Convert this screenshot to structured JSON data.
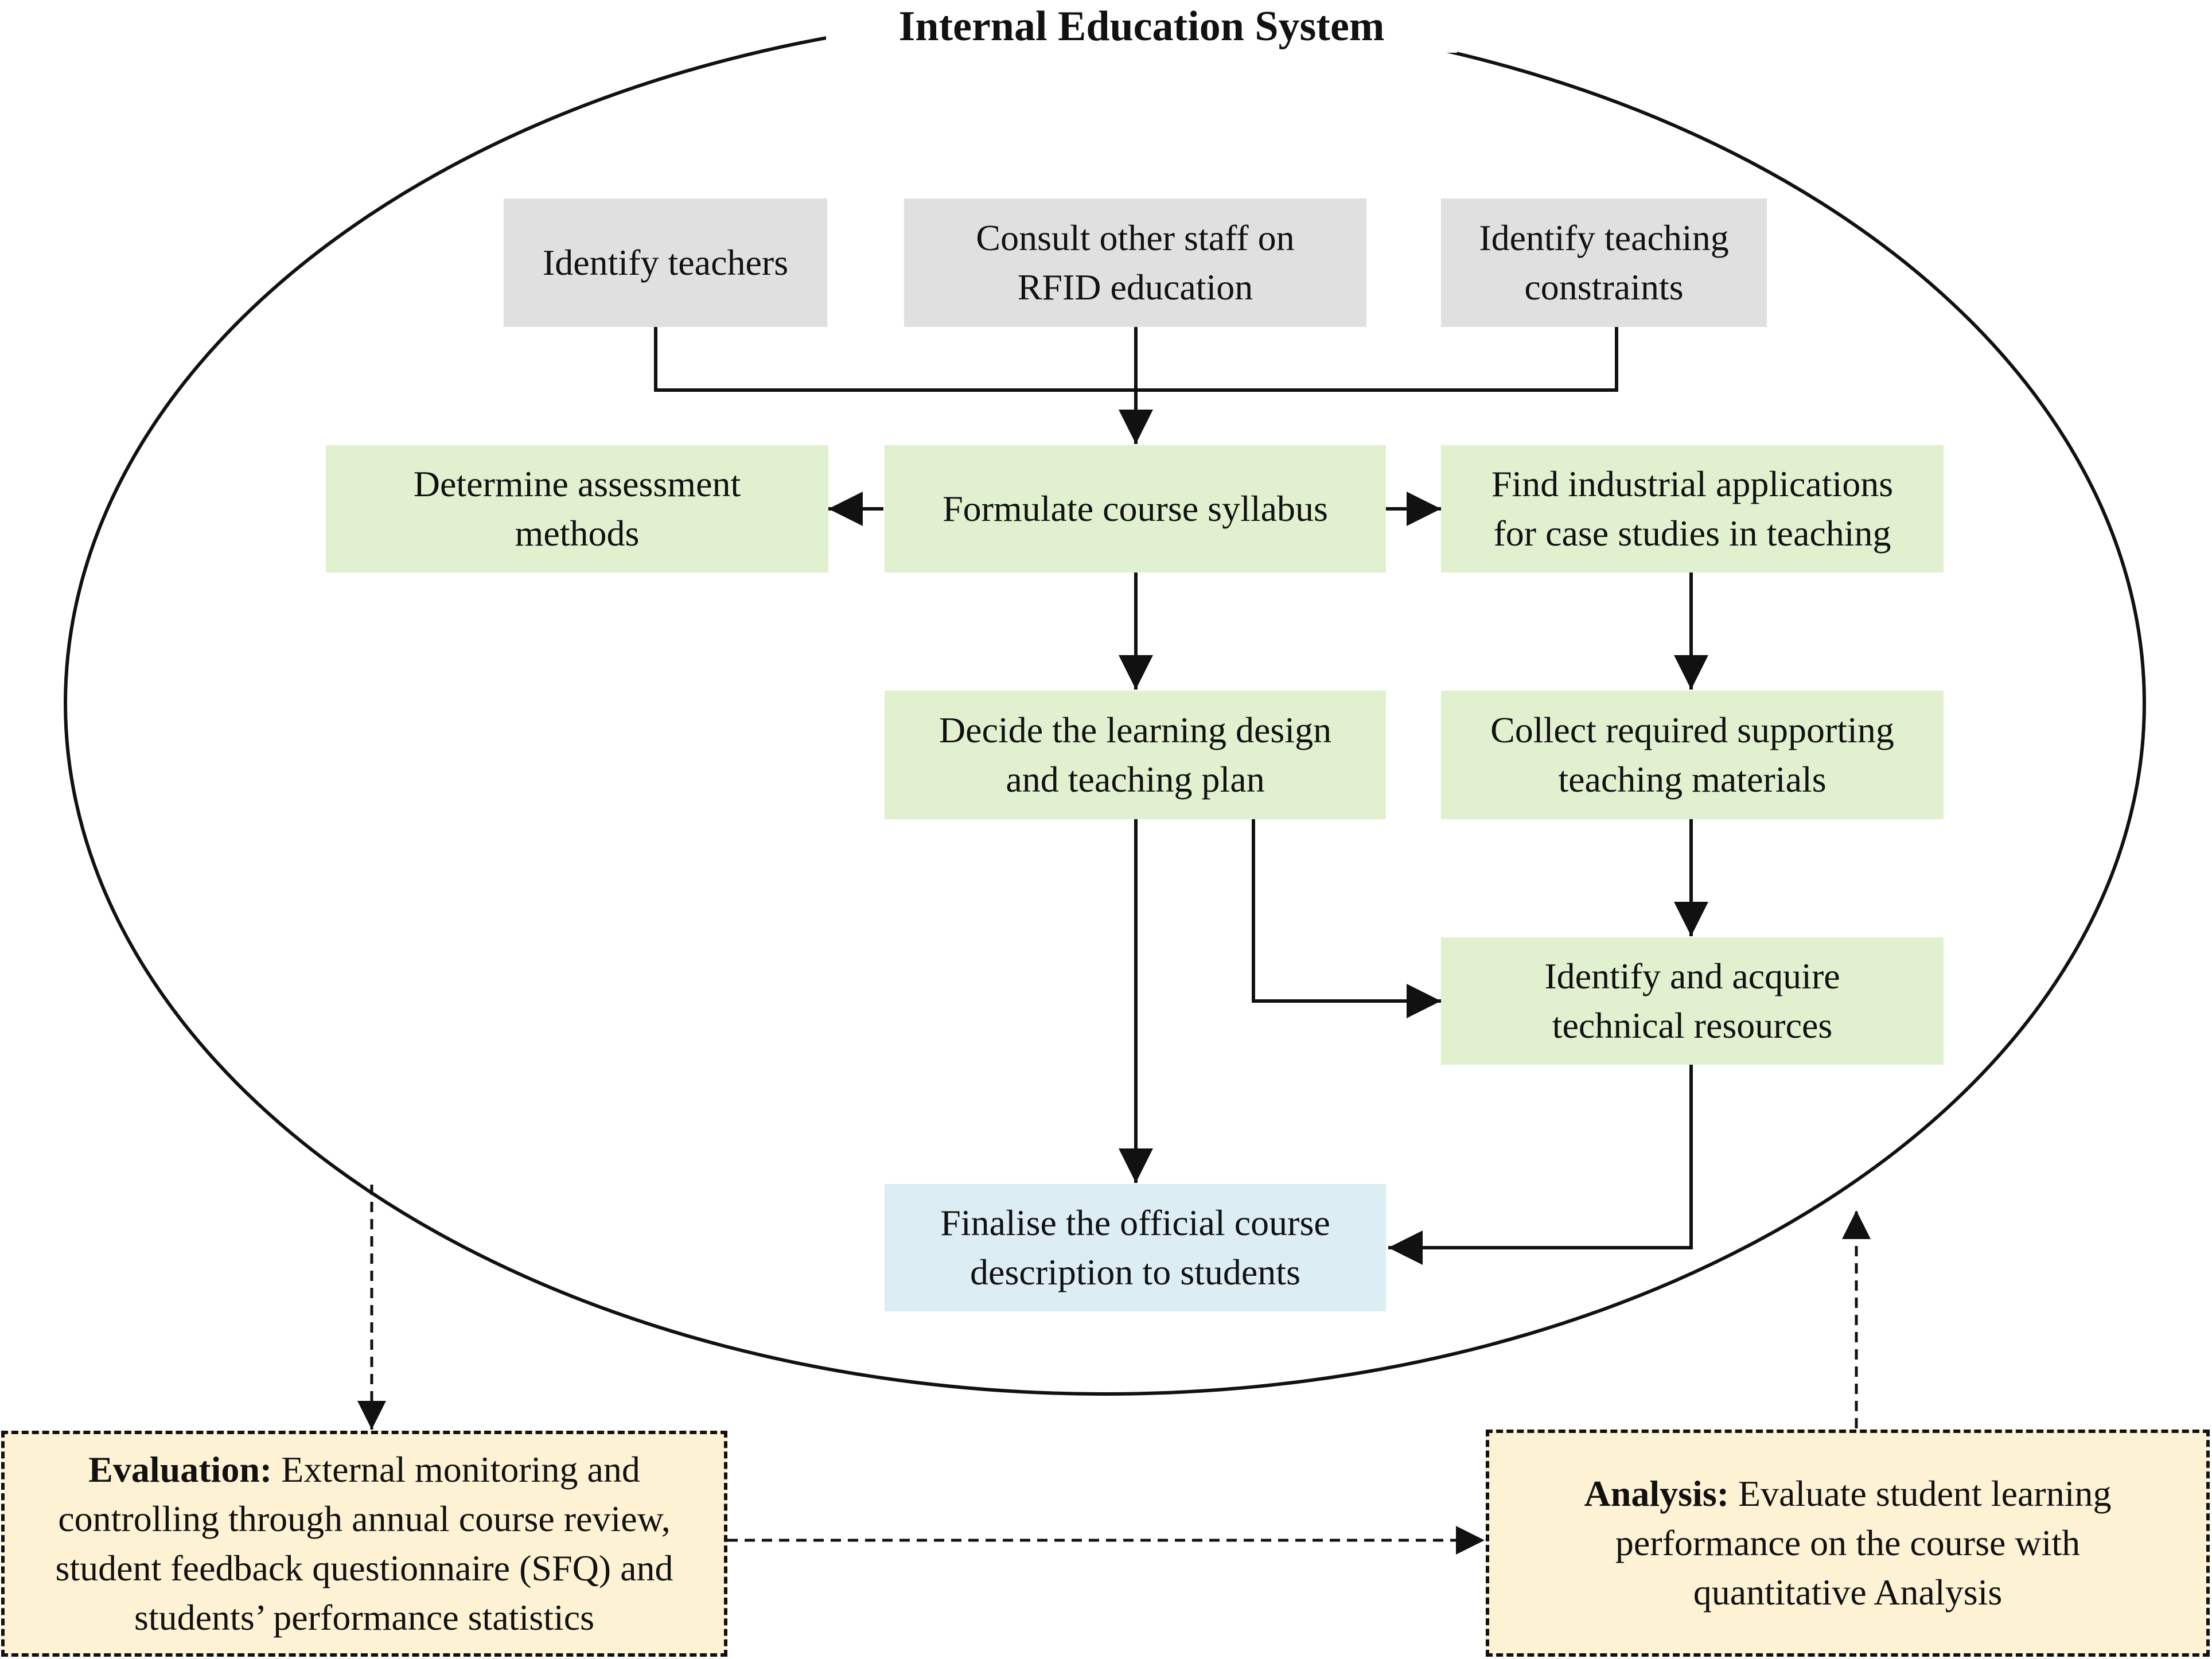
{
  "title": "Internal Education System",
  "boxes": {
    "identify_teachers": "Identify teachers",
    "consult_staff": [
      "Consult other staff on",
      "RFID education"
    ],
    "teaching_constraints": [
      "Identify teaching",
      "constraints"
    ],
    "assessment_methods": [
      "Determine assessment",
      "methods"
    ],
    "course_syllabus": "Formulate course syllabus",
    "industrial_applications": [
      "Find industrial applications",
      "for case studies in teaching"
    ],
    "learning_design": [
      "Decide the learning design",
      "and teaching plan"
    ],
    "teaching_materials": [
      "Collect required supporting",
      "teaching materials"
    ],
    "technical_resources": [
      "Identify and acquire",
      "technical resources"
    ],
    "finalise_description": [
      "Finalise the official course",
      "description to students"
    ]
  },
  "evaluation": {
    "heading": "Evaluation:",
    "lines": [
      " External monitoring and",
      "controlling through annual course review,",
      "student feedback questionnaire (SFQ) and",
      "students’ performance statistics"
    ]
  },
  "analysis": {
    "heading": "Analysis:",
    "lines": [
      " Evaluate student learning",
      "performance on the course with",
      "quantitative Analysis"
    ]
  },
  "colors": {
    "grey_box": "#e0e0e0",
    "green_box": "#e1f0cf",
    "blue_box": "#dcedf3",
    "yellow_box": "#fdf2d3",
    "line": "#111111"
  }
}
